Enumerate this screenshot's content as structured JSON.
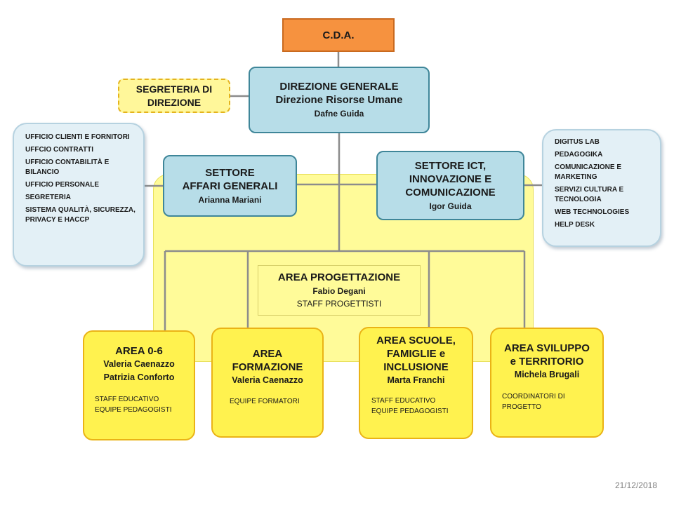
{
  "chart": {
    "cda": "C.D.A.",
    "direzione": {
      "title": "DIREZIONE GENERALE",
      "subtitle": "Direzione Risorse Umane",
      "person": "Dafne Guida"
    },
    "segreteria": {
      "line1": "SEGRETERIA DI",
      "line2": "DIREZIONE"
    },
    "settore_affari": {
      "line1": "SETTORE",
      "line2": "AFFARI  GENERALI",
      "person": "Arianna Mariani"
    },
    "settore_ict": {
      "line1": "SETTORE ICT,",
      "line2": "INNOVAZIONE E",
      "line3": "COMUNICAZIONE",
      "person": "Igor Guida"
    },
    "left_list": [
      "UFFICIO  CLIENTI  E FORNITORI",
      "UFFCIO CONTRATTI",
      "UFFICIO  CONTABILITÀ  E BILANCIO",
      "UFFICIO  PERSONALE",
      "SEGRETERIA",
      "SISTEMA  QUALITÀ, SICUREZZA,  PRIVACY E HACCP"
    ],
    "right_list": [
      "DIGITUS  LAB",
      "PEDAGOGIKA",
      "COMUNICAZIONE  E MARKETING",
      "SERVIZI  CULTURA  E TECNOLOGIA",
      "WEB TECHNOLOGIES",
      "HELP  DESK"
    ],
    "progettazione": {
      "title": "AREA PROGETTAZIONE",
      "person": "Fabio Degani",
      "staff": "STAFF PROGETTISTI"
    },
    "area06": {
      "title": "AREA 0-6",
      "person1": "Valeria Caenazzo",
      "person2": "Patrizia Conforto",
      "staff1": "STAFF  EDUCATIVO",
      "staff2": "EQUIPE PEDAGOGISTI"
    },
    "formazione": {
      "title1": "AREA",
      "title2": "FORMAZIONE",
      "person": "Valeria Caenazzo",
      "staff": "EQUIPE FORMATORI"
    },
    "scuole": {
      "title1": "AREA SCUOLE,",
      "title2": "FAMIGLIE e",
      "title3": "INCLUSIONE",
      "person": "Marta Franchi",
      "staff1": "STAFF  EDUCATIVO",
      "staff2": "EQUIPE PEDAGOGISTI"
    },
    "sviluppo": {
      "title1": "AREA SVILUPPO",
      "title2": "e TERRITORIO",
      "person": "Michela Brugali",
      "staff1": "COORDINATORI  DI",
      "staff2": "PROGETTO"
    }
  },
  "date": "21/12/2018",
  "colors": {
    "connector": "#8c8c8c",
    "cda_fill": "#f6923f",
    "blue_fill": "#b7dde8",
    "yellow_fill": "#fff24f"
  }
}
